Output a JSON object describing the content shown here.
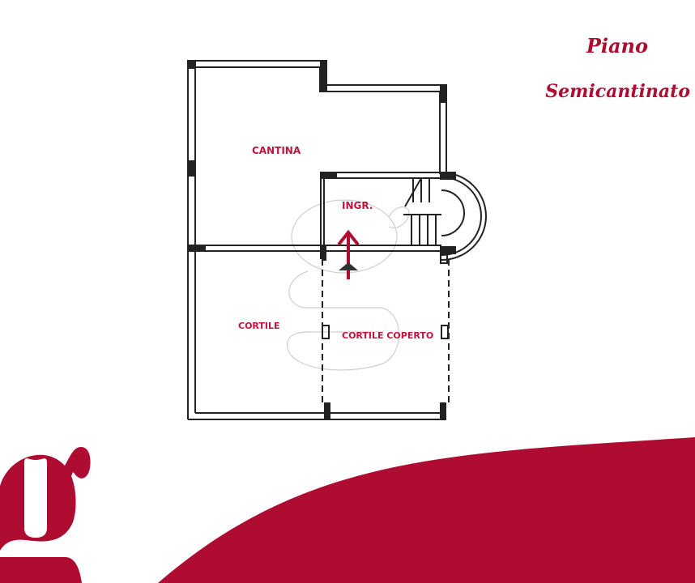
{
  "title": {
    "line1": "Piano",
    "line2": "Semicantinato"
  },
  "rooms": {
    "cantina": "CANTINA",
    "ingresso": "INGR.",
    "cortile": "CORTILE",
    "cortile_coperto": "CORTILE COPERTO"
  },
  "colors": {
    "brand": "#ae0c31",
    "walls": "#222222"
  },
  "icons": {
    "entrance": "arrow-up-icon",
    "logo": "g-logo"
  }
}
